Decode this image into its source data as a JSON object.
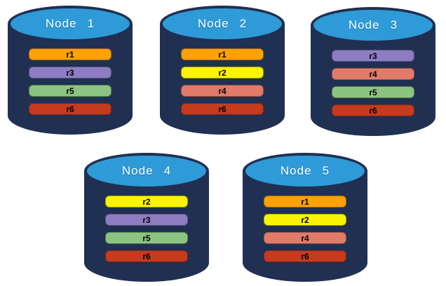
{
  "figure": {
    "background": "#FFFFFF",
    "node_body_color": "#1F3052",
    "node_top_color": "#2E9BD8",
    "title_color": "#FFFFFF",
    "label_color": "#000000"
  },
  "replica_colors": {
    "r1": "#FFA103",
    "r2": "#FBF400",
    "r3": "#8E7CC3",
    "r4": "#E07B6A",
    "r5": "#8BC480",
    "r6": "#C43B1E"
  },
  "nodes": [
    {
      "title": "Node 1",
      "replicas": [
        {
          "label": "r1",
          "color": "#FFA103"
        },
        {
          "label": "r3",
          "color": "#8E7CC3"
        },
        {
          "label": "r5",
          "color": "#8BC480"
        },
        {
          "label": "r6",
          "color": "#C43B1E"
        }
      ]
    },
    {
      "title": "Node 2",
      "replicas": [
        {
          "label": "r1",
          "color": "#FFA103"
        },
        {
          "label": "r2",
          "color": "#FBF400"
        },
        {
          "label": "r4",
          "color": "#E07B6A"
        },
        {
          "label": "r6",
          "color": "#C43B1E"
        }
      ]
    },
    {
      "title": "Node 3",
      "replicas": [
        {
          "label": "r3",
          "color": "#8E7CC3"
        },
        {
          "label": "r4",
          "color": "#E07B6A"
        },
        {
          "label": "r5",
          "color": "#8BC480"
        },
        {
          "label": "r6",
          "color": "#C43B1E"
        }
      ]
    },
    {
      "title": "Node 4",
      "replicas": [
        {
          "label": "r2",
          "color": "#FBF400"
        },
        {
          "label": "r3",
          "color": "#8E7CC3"
        },
        {
          "label": "r5",
          "color": "#8BC480"
        },
        {
          "label": "r6",
          "color": "#C43B1E"
        }
      ]
    },
    {
      "title": "Node 5",
      "replicas": [
        {
          "label": "r1",
          "color": "#FFA103"
        },
        {
          "label": "r2",
          "color": "#FBF400"
        },
        {
          "label": "r4",
          "color": "#E07B6A"
        },
        {
          "label": "r6",
          "color": "#C43B1E"
        }
      ]
    }
  ]
}
